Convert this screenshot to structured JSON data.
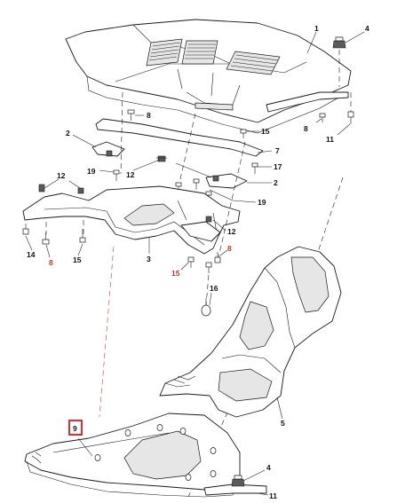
{
  "callouts": {
    "c1": "1",
    "c2a": "2",
    "c2b": "2",
    "c3": "3",
    "c4a": "4",
    "c4b": "4",
    "c5": "5",
    "c7": "7",
    "c8a": "8",
    "c8b": "8",
    "c8c": "8",
    "c8d": "8",
    "c9": "9",
    "c11a": "11",
    "c11b": "11",
    "c12a": "12",
    "c12b": "12",
    "c12c": "12",
    "c14": "14",
    "c15a": "15",
    "c15b": "15",
    "c15c": "15",
    "c16": "16",
    "c17": "17",
    "c19a": "19",
    "c19b": "19"
  },
  "colors": {
    "line": "#1a1a1a",
    "highlight": "#d11a1a",
    "red_text": "#c0392b"
  }
}
